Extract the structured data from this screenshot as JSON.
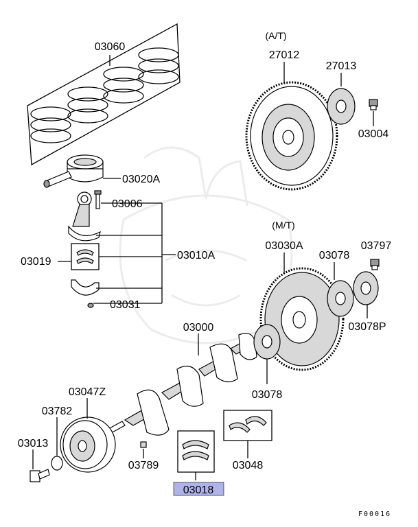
{
  "diagram": {
    "labels": {
      "piston_rings": "03060",
      "piston": "03020A",
      "rod_bolt": "03006",
      "rod_bearing": "03019",
      "connecting_rod_assy": "03010A",
      "rod_nut": "03031",
      "crankshaft": "03000",
      "pulley": "03047Z",
      "washer": "03782",
      "pulley_bolt": "03013",
      "key": "03789",
      "main_bearing": "03018",
      "thrust_bearing": "03048",
      "at_section": "(A/T)",
      "drive_plate": "27012",
      "drive_plate_adapter": "27013",
      "drive_plate_bolt": "03004",
      "mt_section": "(M/T)",
      "flywheel": "03030A",
      "flywheel_plate": "03078",
      "flywheel_bolt": "03797",
      "flywheel_plate_p": "03078P",
      "crank_rear_plate": "03078"
    },
    "highlight_color": "#aeb4ea",
    "figure_code": "F00016"
  }
}
